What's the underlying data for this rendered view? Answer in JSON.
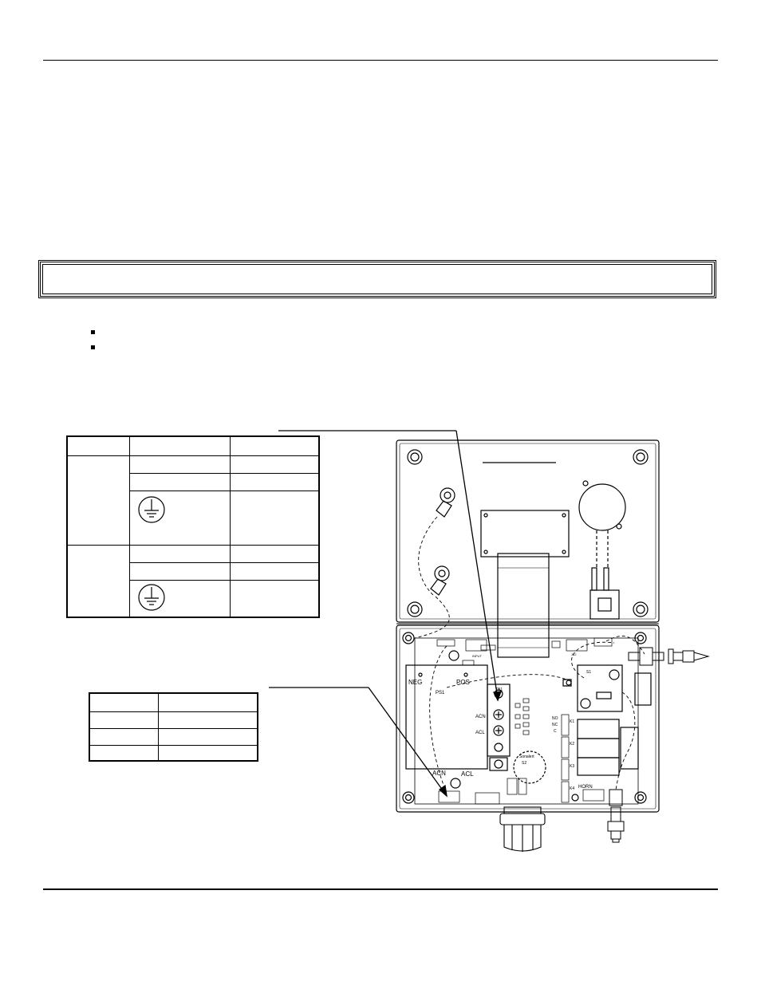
{
  "figure": {
    "board_labels": {
      "neg": "NEG",
      "pos": "POS",
      "ps1": "PS1",
      "acn_lower": "ACN",
      "acl_lower": "ACL",
      "acn_tb": "ACN",
      "acl_tb": "ACL",
      "tb1": "TB1",
      "s1": "S1",
      "s2": "S2",
      "sonalert": "Sonalert",
      "horn": "HORN",
      "no": "NO",
      "nc": "NC",
      "c": "C",
      "k1": "K1",
      "k2": "K2",
      "k3": "K3",
      "k4": "K4",
      "input": "INPUT",
      "j12": "J12"
    }
  }
}
